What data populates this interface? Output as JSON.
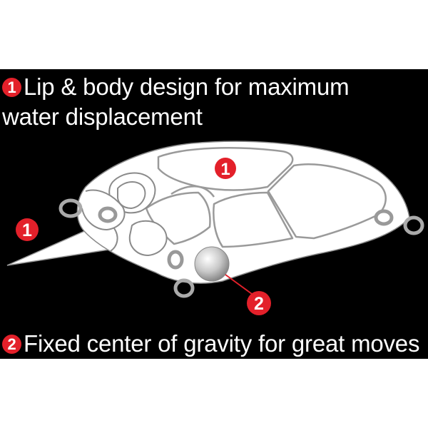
{
  "caption1": {
    "number": "1",
    "line1": "Lip & body design for maximum",
    "line2": "water displacement"
  },
  "caption2": {
    "number": "2",
    "text": "Fixed center of gravity for great moves"
  },
  "markers": {
    "body": "1",
    "lip": "1",
    "weight": "2"
  },
  "colors": {
    "background": "#000000",
    "accent_red": "#e3202a",
    "body_fill": "#ffffff",
    "outline": "#7a7a7a"
  }
}
